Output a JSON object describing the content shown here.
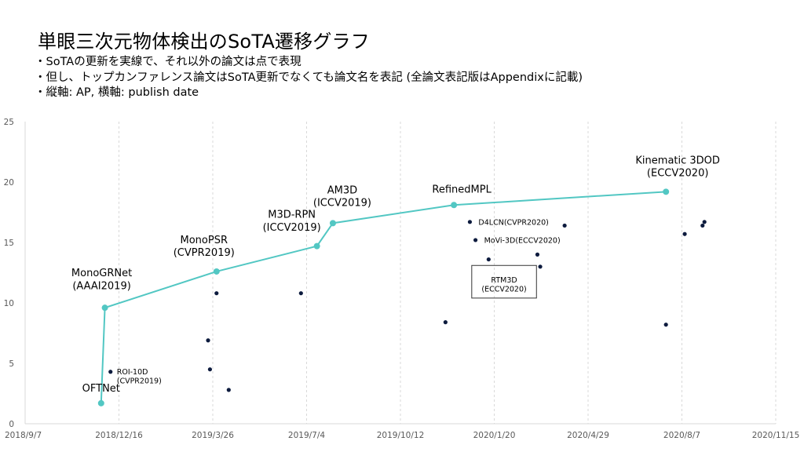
{
  "slide": {
    "title": "単眼三次元物体検出のSoTA遷移グラフ",
    "bullets": [
      "SoTAの更新を実線で、それ以外の論文は点で表現",
      "但し、トップカンファレンス論文はSoTA更新でなくても論文名を表記 (全論文表記版はAppendixに記載)",
      "縦軸: AP, 横軸: publish date"
    ]
  },
  "colors": {
    "sota_line": "#52c7c3",
    "point": "#0d1b3e",
    "grid": "#d9d9d9",
    "axis_text": "#595959"
  },
  "chart_data": {
    "type": "scatter",
    "title": "",
    "xlabel": "publish date",
    "ylabel": "AP",
    "x_ticks": [
      "2018/9/7",
      "2018/12/16",
      "2019/3/26",
      "2019/7/4",
      "2019/10/12",
      "2020/1/20",
      "2020/4/29",
      "2020/8/7",
      "2020/11/15"
    ],
    "xlim": [
      "2018/9/7",
      "2020/11/15"
    ],
    "ylim": [
      0,
      25
    ],
    "y_ticks": [
      0,
      5,
      10,
      15,
      20,
      25
    ],
    "grid": "vertical",
    "series": [
      {
        "kind": "sota-line",
        "points": [
          {
            "x": "2018-11-27",
            "y": 1.7,
            "label": "OFTNet"
          },
          {
            "x": "2018-12-01",
            "y": 9.6,
            "label": "MonoGRNet\n(AAAI2019)"
          },
          {
            "x": "2019-03-30",
            "y": 12.6,
            "label": "MonoPSR\n(CVPR2019)"
          },
          {
            "x": "2019-07-15",
            "y": 14.7,
            "label": "M3D-RPN\n(ICCV2019)"
          },
          {
            "x": "2019-08-01",
            "y": 16.6,
            "label": "AM3D\n(ICCV2019)"
          },
          {
            "x": "2019-12-08",
            "y": 18.1,
            "label": "RefinedMPL"
          },
          {
            "x": "2020-07-21",
            "y": 19.2,
            "label": "Kinematic 3DOD\n(ECCV2020)"
          }
        ]
      },
      {
        "kind": "points",
        "points": [
          {
            "x": "2018-12-07",
            "y": 4.3,
            "label": "ROI-10D\n(CVPR2019)"
          },
          {
            "x": "2019-03-21",
            "y": 6.9
          },
          {
            "x": "2019-03-23",
            "y": 4.5
          },
          {
            "x": "2019-03-30",
            "y": 10.8
          },
          {
            "x": "2019-04-12",
            "y": 2.8
          },
          {
            "x": "2019-06-28",
            "y": 10.8
          },
          {
            "x": "2019-11-29",
            "y": 8.4
          },
          {
            "x": "2019-12-25",
            "y": 16.7,
            "label": "D4LCN(CVPR2020)"
          },
          {
            "x": "2019-12-31",
            "y": 15.2,
            "label": "MoVi-3D(ECCV2020)"
          },
          {
            "x": "2020-01-14",
            "y": 13.6
          },
          {
            "x": "2020-03-06",
            "y": 14.0
          },
          {
            "x": "2020-03-09",
            "y": 13.0
          },
          {
            "x": "2020-04-04",
            "y": 16.4
          },
          {
            "x": "2020-07-21",
            "y": 8.2
          },
          {
            "x": "2020-08-10",
            "y": 15.7
          },
          {
            "x": "2020-08-29",
            "y": 16.4
          },
          {
            "x": "2020-08-31",
            "y": 16.7
          }
        ]
      }
    ],
    "annotations": [
      {
        "text": "RTM3D\n(ECCV2020)",
        "boxed": true,
        "x_range": [
          "2019-12-27",
          "2020-03-05"
        ],
        "y_range": [
          10.4,
          13.1
        ]
      }
    ]
  }
}
